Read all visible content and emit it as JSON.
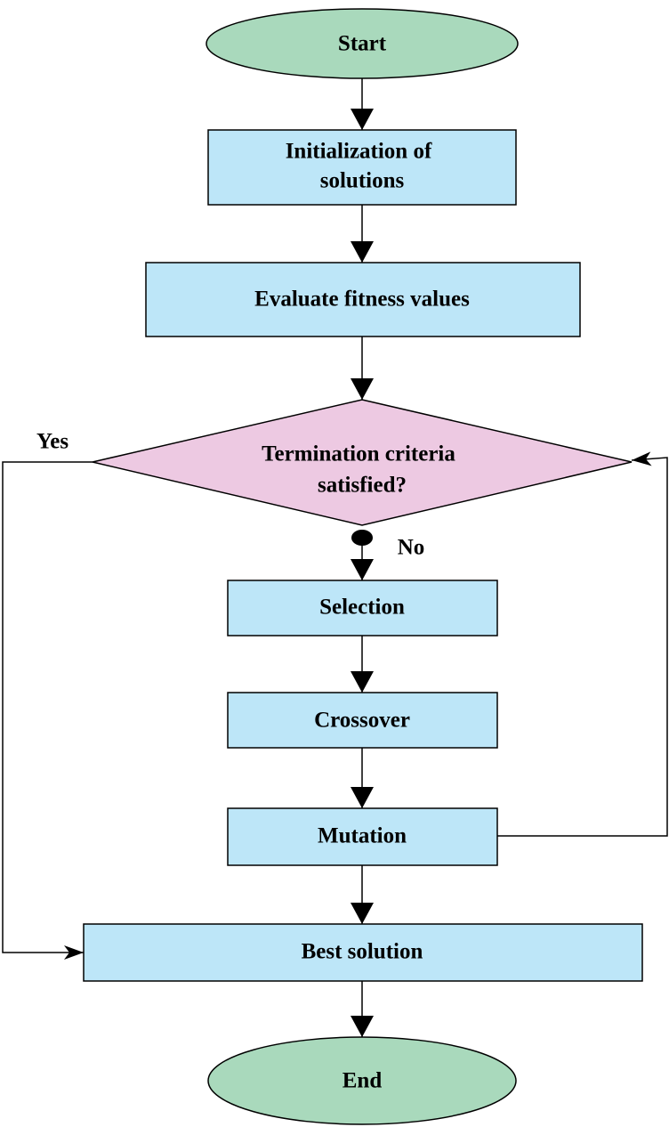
{
  "colors": {
    "terminal_fill": "#a9d9bc",
    "process_fill": "#bde6f8",
    "decision_fill": "#edc9e2",
    "line": "#000000"
  },
  "nodes": {
    "start": {
      "label": "Start"
    },
    "init": {
      "line1": "Initialization of",
      "line2": "solutions"
    },
    "evaluate": {
      "label": "Evaluate fitness values"
    },
    "decision": {
      "line1": "Termination criteria",
      "line2": "satisfied?"
    },
    "selection": {
      "label": "Selection"
    },
    "crossover": {
      "label": "Crossover"
    },
    "mutation": {
      "label": "Mutation"
    },
    "best": {
      "label": "Best solution"
    },
    "end": {
      "label": "End"
    }
  },
  "edge_labels": {
    "yes": "Yes",
    "no": "No"
  }
}
